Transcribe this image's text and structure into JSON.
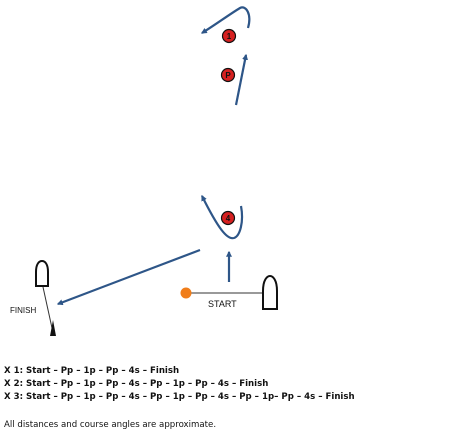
{
  "marks": {
    "mark1": "1",
    "markP": "P",
    "mark4": "4"
  },
  "labels": {
    "start": "START",
    "finish": "FINISH"
  },
  "courses": [
    "X 1: Start – Pp – 1p – Pp – 4s – Finish",
    "X 2: Start – Pp – 1p – Pp – 4s – Pp – 1p – Pp – 4s – Finish",
    "X 3: Start – Pp – 1p – Pp – 4s – Pp – 1p – Pp – 4s – Pp – 1p– Pp – 4s – Finish"
  ],
  "note": "All distances and course angles are approximate.",
  "colors": {
    "arrow": "#2e5688",
    "mark_fill": "#d62020",
    "pin": "#f07d1a",
    "boat": "#111111"
  }
}
